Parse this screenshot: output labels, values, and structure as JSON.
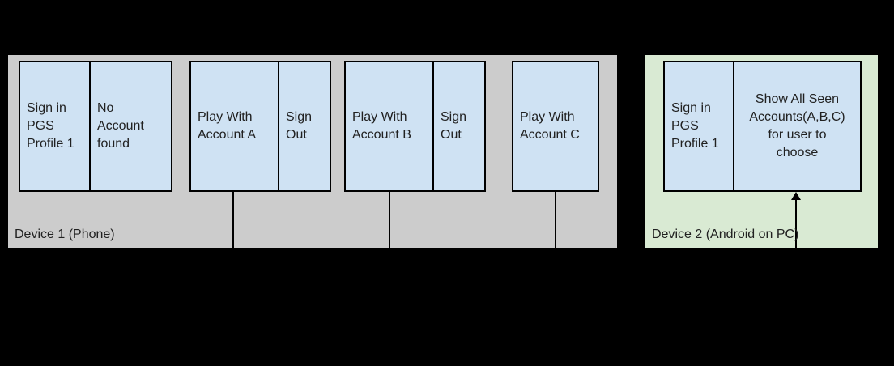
{
  "colors": {
    "background": "#000000",
    "device1_fill": "#cccccc",
    "device2_fill": "#d9ead3",
    "state_box_fill": "#cfe2f3",
    "border": "#000000",
    "text": "#212121"
  },
  "device1": {
    "label": "Device 1 (Phone)",
    "groups": [
      {
        "cells": [
          "Sign in\nPGS\nProfile 1",
          "No\nAccount\nfound"
        ]
      },
      {
        "cells": [
          "Play With\nAccount A",
          "Sign\nOut"
        ]
      },
      {
        "cells": [
          "Play With\nAccount B",
          "Sign\nOut"
        ]
      },
      {
        "cells": [
          "Play With\nAccount C"
        ]
      }
    ]
  },
  "device2": {
    "label": "Device 2 (Android on PC)",
    "cells": [
      "Sign in\nPGS\nProfile 1",
      "Show All Seen\nAccounts(A,B,C)\nfor user to\nchoose"
    ]
  }
}
